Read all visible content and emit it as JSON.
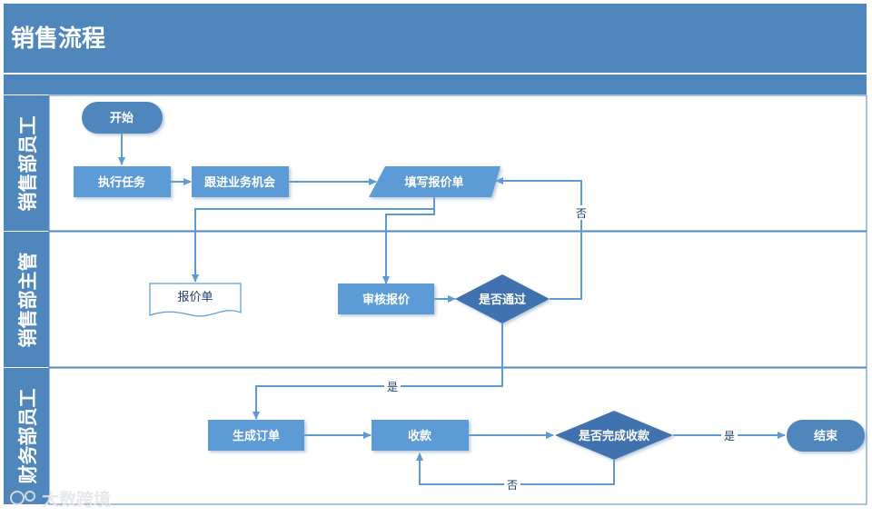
{
  "title": "销售流程",
  "lanes": [
    {
      "label": "销售部员工"
    },
    {
      "label": "销售部主管"
    },
    {
      "label": "财务部员工"
    }
  ],
  "nodes": {
    "start": "开始",
    "execute_task": "执行任务",
    "follow_up": "跟进业务机会",
    "fill_quote": "填写报价单",
    "quote_doc": "报价单",
    "review_quote": "审核报价",
    "approved_q": "是否通过",
    "create_order": "生成订单",
    "collect_payment": "收款",
    "payment_done_q": "是否完成收款",
    "end": "结束"
  },
  "edge_labels": {
    "reject_no": "否",
    "approve_yes": "是",
    "done_yes": "是",
    "not_done_no": "否"
  },
  "watermark": "大数跨境",
  "colors": {
    "header": "#4f87bd",
    "node": "#5b9bd5",
    "decision": "#3f72af",
    "line": "#5b9bd5",
    "border": "#4f87bd"
  }
}
